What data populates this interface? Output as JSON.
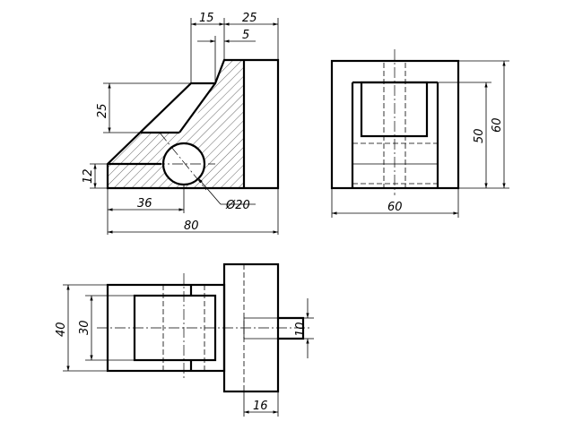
{
  "dimensions": {
    "d15": "15",
    "d25_top": "25",
    "d5": "5",
    "d25_left": "25",
    "d12": "12",
    "d36": "36",
    "d20_dia": "Ø20",
    "d80": "80",
    "d60_side_bottom": "60",
    "d50_side": "50",
    "d60_side_right": "60",
    "d40_plan": "40",
    "d30_plan": "30",
    "d10_plan": "10",
    "d16_plan": "16"
  }
}
